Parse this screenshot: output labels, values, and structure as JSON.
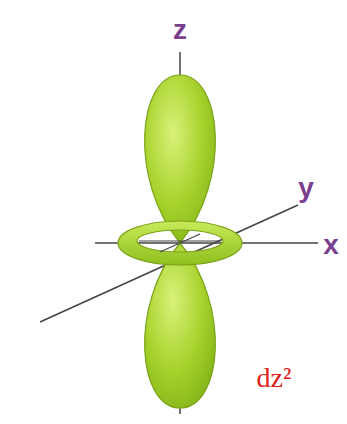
{
  "diagram": {
    "labels": [
      "z",
      "y",
      "x",
      "dz²"
    ]
  }
}
